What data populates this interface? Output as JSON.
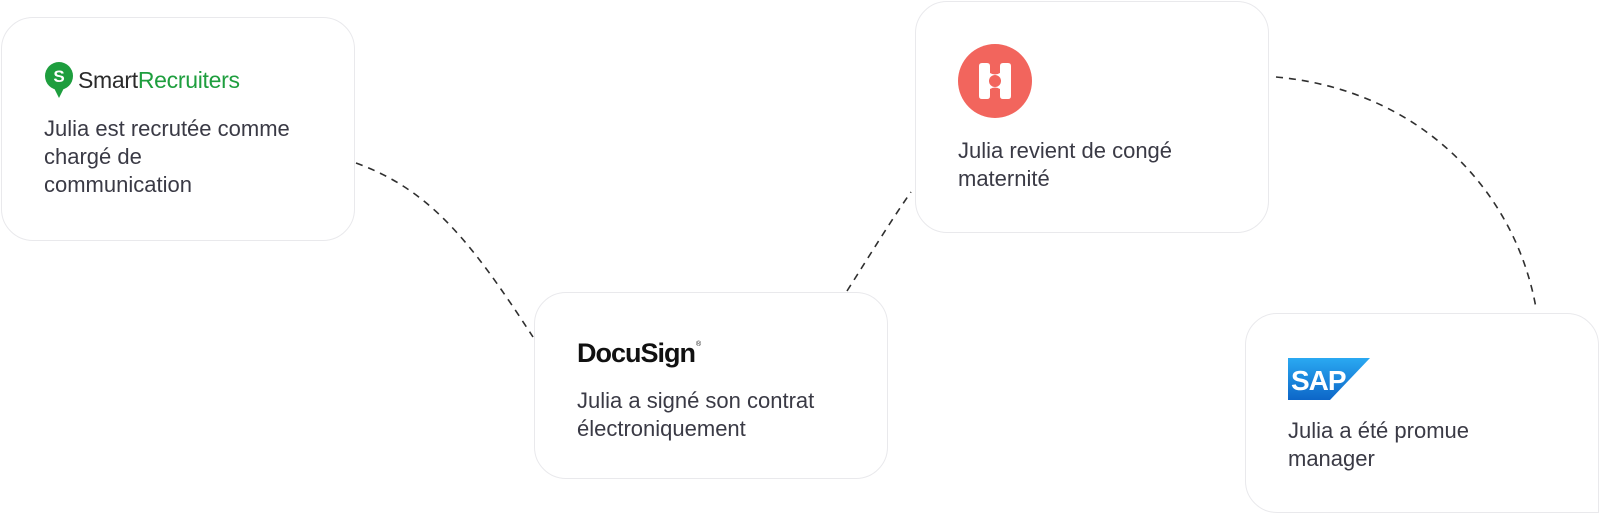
{
  "cards": [
    {
      "id": "smartrecruiters",
      "logo_icon": "smartrecruiters-logo",
      "logo_text_primary": "Smart",
      "logo_text_secondary": "Recruiters",
      "description": "Julia est recrutée comme\nchargé de\ncommunication"
    },
    {
      "id": "docusign",
      "logo_icon": "docusign-logo",
      "logo_text": "DocuSign",
      "logo_mark": "®",
      "description": "Julia a signé son contrat\nélectroniquement"
    },
    {
      "id": "hibob",
      "logo_icon": "hibob-logo",
      "description": "Julia revient de congé\nmaternité"
    },
    {
      "id": "sap",
      "logo_icon": "sap-logo",
      "logo_text": "SAP",
      "logo_mark": "®",
      "description": "Julia a été promue\nmanager"
    }
  ],
  "colors": {
    "smartrecruiters_green": "#1e9e3e",
    "hibob_red": "#f2655d",
    "sap_blue": "#1a7fd6",
    "text": "#3a3a45",
    "card_border": "#e9e9ec",
    "connector": "#2f2f2f"
  }
}
